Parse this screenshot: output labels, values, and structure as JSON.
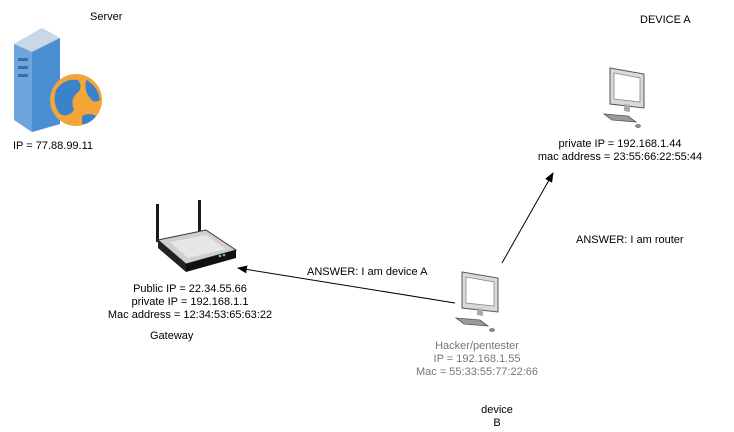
{
  "server": {
    "title": "Server",
    "ip": "IP = 77.88.99.11",
    "icon": "server-globe-icon"
  },
  "device_a": {
    "title": "DEVICE A",
    "private_ip": "private IP = 192.168.1.44",
    "mac": "mac address = 23:55:66:22:55:44",
    "icon": "desktop-computer-icon"
  },
  "gateway": {
    "public_ip": "Public IP = 22.34.55.66",
    "private_ip": "private IP = 192.168.1.1",
    "mac": "Mac address = 12:34:53:65:63:22",
    "caption": "Gateway",
    "icon": "wireless-router-icon"
  },
  "hacker": {
    "title": "Hacker/pentester",
    "ip": "IP = 192.168.1.55",
    "mac": "Mac = 55:33:55:77:22:66",
    "icon": "desktop-computer-icon",
    "text_color": "#777777"
  },
  "device_b": {
    "line1": "device",
    "line2": "B"
  },
  "messages": {
    "to_gateway": "ANSWER: I am device A",
    "to_device_a": "ANSWER: I am router"
  }
}
